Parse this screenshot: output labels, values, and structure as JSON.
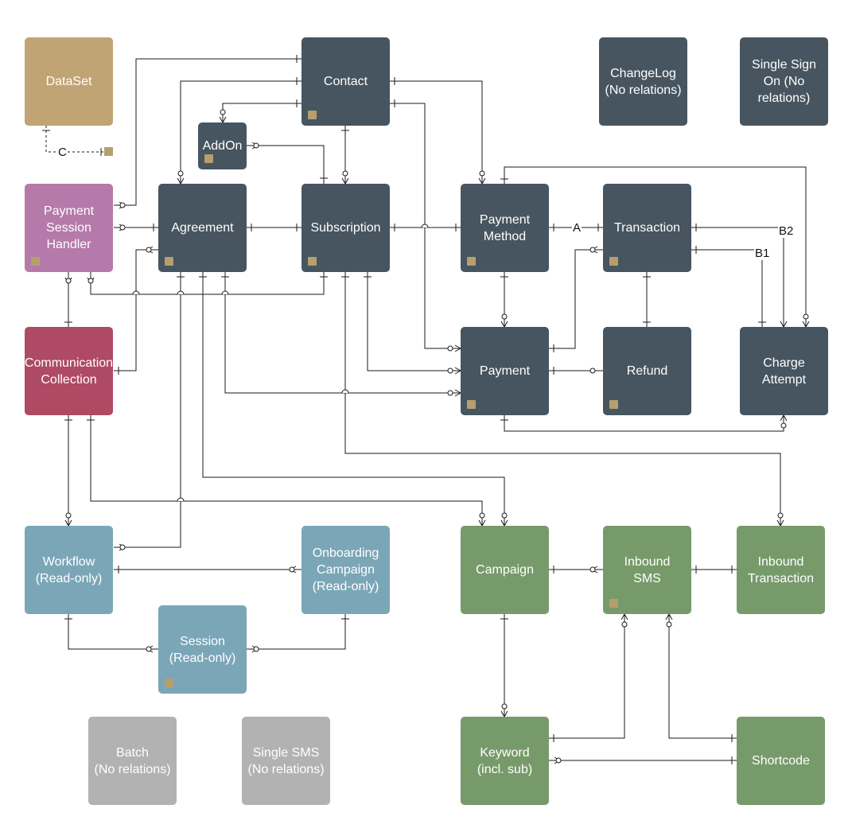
{
  "diagram": {
    "nodes": [
      {
        "id": "dataset",
        "name": "node-dataset",
        "label": "DataSet",
        "color": "#c1a473",
        "badge": false
      },
      {
        "id": "contact",
        "name": "node-contact",
        "label": "Contact",
        "color": "#465560",
        "badge": true
      },
      {
        "id": "changelog",
        "name": "node-changelog",
        "label": "ChangeLog\n(No relations)",
        "color": "#465560",
        "badge": false
      },
      {
        "id": "sso",
        "name": "node-single-sign-on",
        "label": "Single Sign\nOn (No\nrelations)",
        "color": "#465560",
        "badge": false
      },
      {
        "id": "addon",
        "name": "node-addon",
        "label": "AddOn",
        "color": "#465560",
        "badge": true
      },
      {
        "id": "psh",
        "name": "node-payment-session-handler",
        "label": "Payment\nSession\nHandler",
        "color": "#b57aa9",
        "badge": true
      },
      {
        "id": "agreement",
        "name": "node-agreement",
        "label": "Agreement",
        "color": "#465560",
        "badge": true
      },
      {
        "id": "subscription",
        "name": "node-subscription",
        "label": "Subscription",
        "color": "#465560",
        "badge": true
      },
      {
        "id": "paymethod",
        "name": "node-payment-method",
        "label": "Payment\nMethod",
        "color": "#465560",
        "badge": true
      },
      {
        "id": "transaction",
        "name": "node-transaction",
        "label": "Transaction",
        "color": "#465560",
        "badge": true
      },
      {
        "id": "commcoll",
        "name": "node-communication-collection",
        "label": "Communication\nCollection",
        "color": "#ae4a63",
        "badge": false
      },
      {
        "id": "payment",
        "name": "node-payment",
        "label": "Payment",
        "color": "#465560",
        "badge": true
      },
      {
        "id": "refund",
        "name": "node-refund",
        "label": "Refund",
        "color": "#465560",
        "badge": true
      },
      {
        "id": "charge",
        "name": "node-charge-attempt",
        "label": "Charge\nAttempt",
        "color": "#465560",
        "badge": false
      },
      {
        "id": "workflow",
        "name": "node-workflow",
        "label": "Workflow\n(Read-only)",
        "color": "#7ba6b8",
        "badge": false
      },
      {
        "id": "onboarding",
        "name": "node-onboarding-campaign",
        "label": "Onboarding\nCampaign\n(Read-only)",
        "color": "#7ba6b8",
        "badge": false
      },
      {
        "id": "session",
        "name": "node-session",
        "label": "Session\n(Read-only)",
        "color": "#7ba6b8",
        "badge": true
      },
      {
        "id": "campaign",
        "name": "node-campaign",
        "label": "Campaign",
        "color": "#779a6a",
        "badge": false
      },
      {
        "id": "inboundsms",
        "name": "node-inbound-sms",
        "label": "Inbound\nSMS",
        "color": "#779a6a",
        "badge": true
      },
      {
        "id": "inboundtx",
        "name": "node-inbound-transaction",
        "label": "Inbound\nTransaction",
        "color": "#779a6a",
        "badge": false
      },
      {
        "id": "batch",
        "name": "node-batch",
        "label": "Batch\n(No relations)",
        "color": "#b2b2b2",
        "badge": false
      },
      {
        "id": "singlesms",
        "name": "node-single-sms",
        "label": "Single SMS\n(No relations)",
        "color": "#b2b2b2",
        "badge": false
      },
      {
        "id": "keyword",
        "name": "node-keyword",
        "label": "Keyword\n(incl. sub)",
        "color": "#779a6a",
        "badge": false
      },
      {
        "id": "shortcode",
        "name": "node-shortcode",
        "label": "Shortcode",
        "color": "#779a6a",
        "badge": false
      }
    ],
    "edge_labels": [
      {
        "id": "lbl-a",
        "text": "A"
      },
      {
        "id": "lbl-b2",
        "text": "B2"
      },
      {
        "id": "lbl-b1",
        "text": "B1"
      },
      {
        "id": "lbl-c",
        "text": "C"
      }
    ],
    "legend_badge_color": "#b59f6d",
    "line_color": "#1a1a1a"
  }
}
